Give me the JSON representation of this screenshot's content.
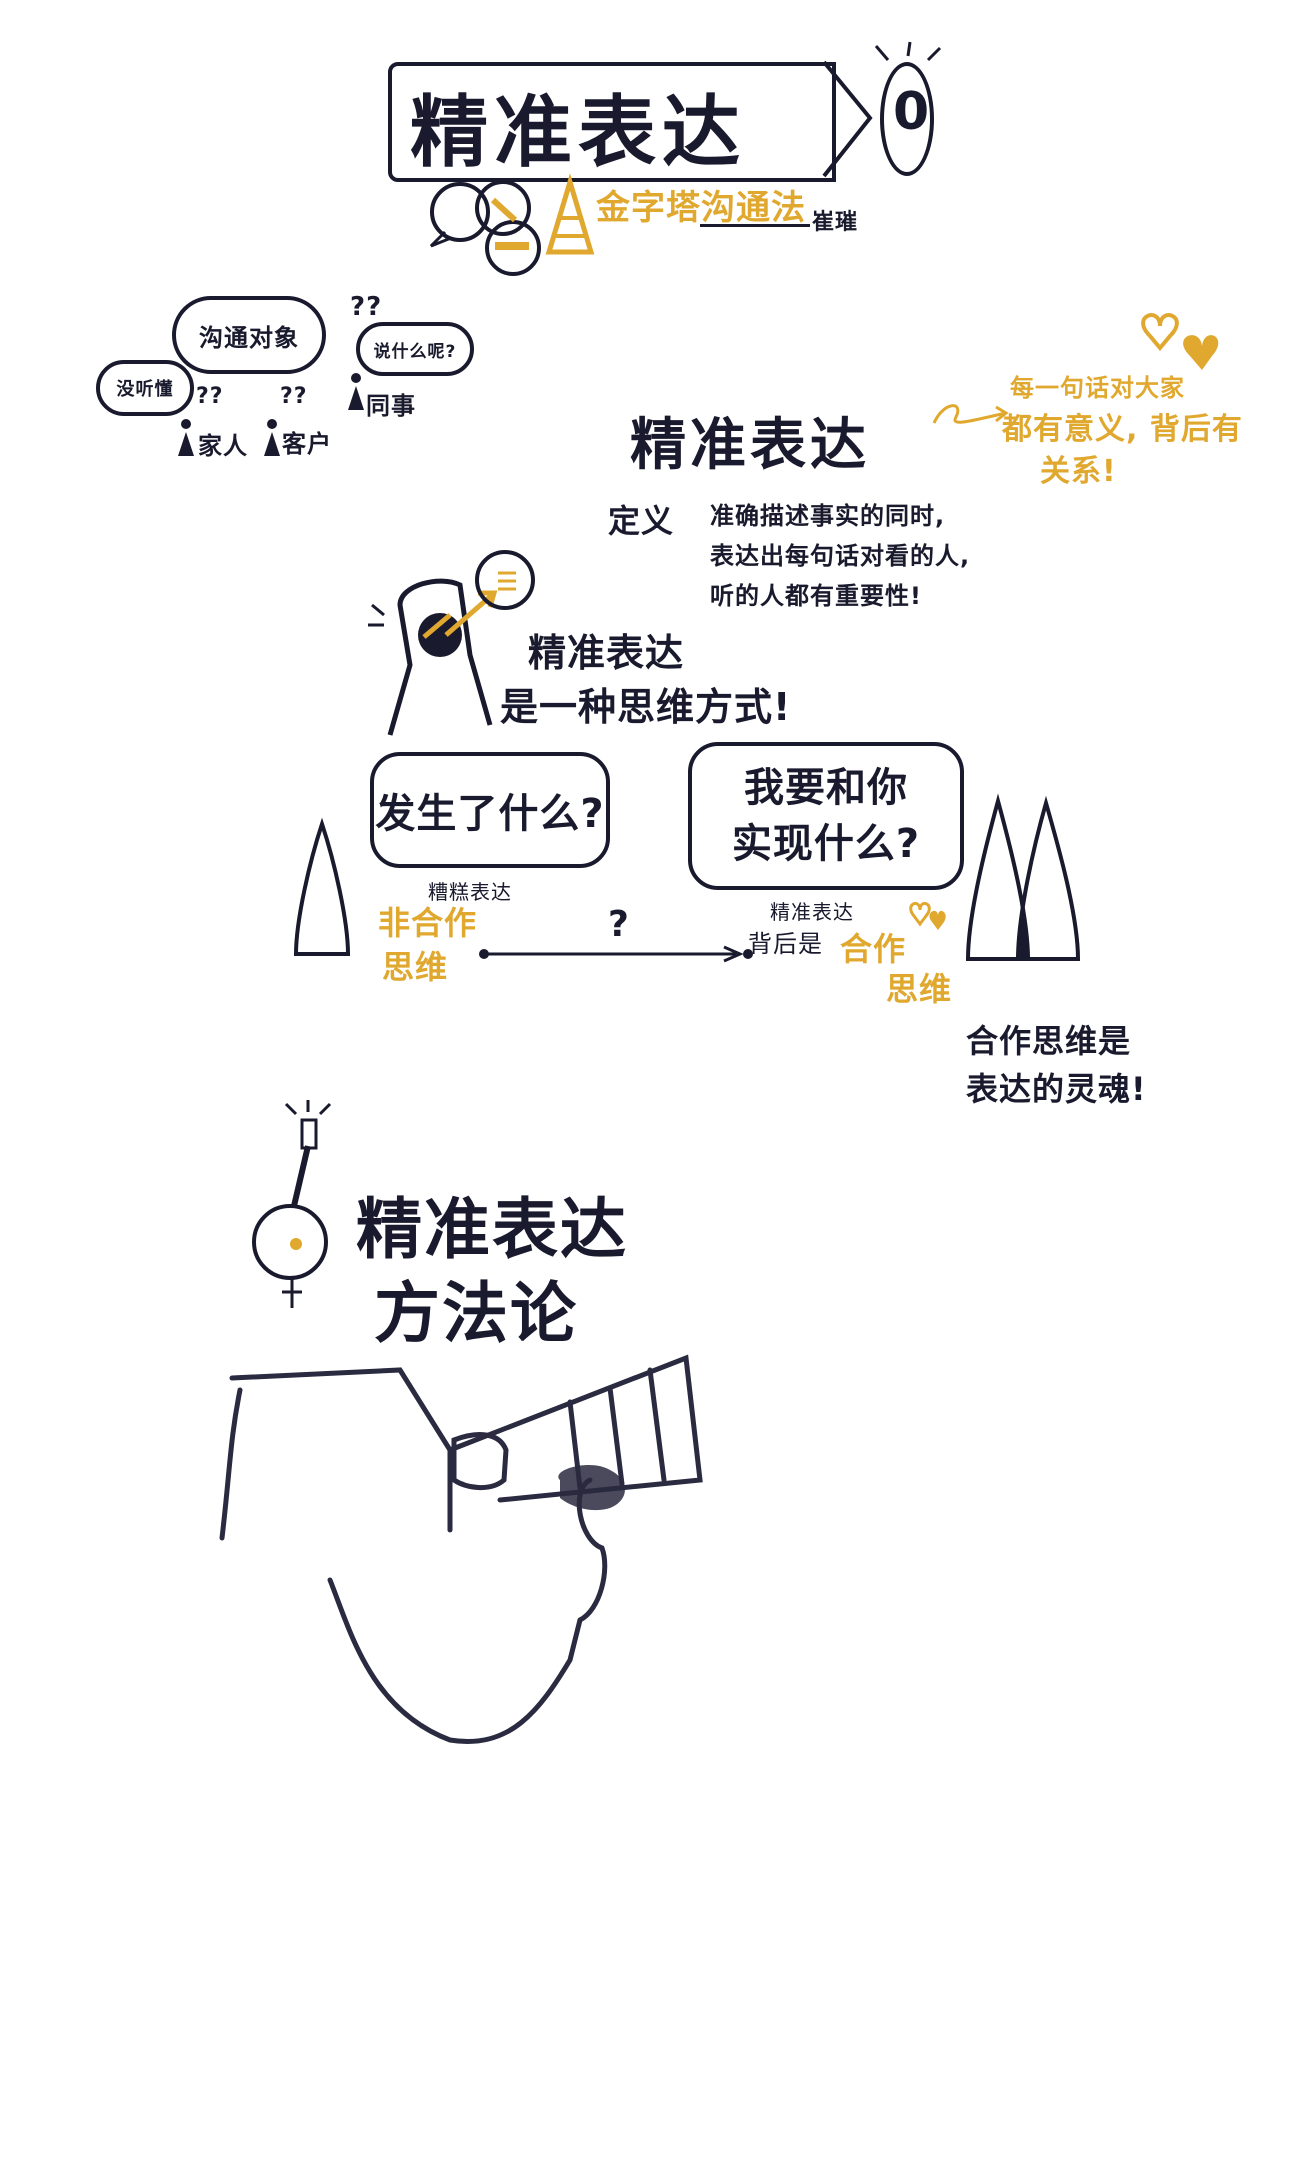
{
  "header": {
    "title": "精准表达",
    "number": "0",
    "subtitle": "金字塔沟通法",
    "author": "崔璀"
  },
  "audience": {
    "bubble_main": "沟通对象",
    "bubble_left": "没听懂",
    "bubble_right": "说什么呢?",
    "q_marks": "??",
    "people": [
      "家人",
      "客户",
      "同事"
    ]
  },
  "definition": {
    "heading": "精准表达",
    "label": "定义",
    "lines": [
      "准确描述事实的同时,",
      "表达出每句话对看的人,",
      "听的人都有重要性!"
    ],
    "note_lines": [
      "每一句话对大家",
      "都有意义, 背后有",
      "关系!"
    ]
  },
  "thinking": {
    "line1": "精准表达",
    "line2": "是一种思维方式!"
  },
  "compare": {
    "left_bubble": "发生了什么?",
    "left_tag": "糟糕表达",
    "left_label_1": "非合作",
    "left_label_2": "思维",
    "question": "?",
    "right_bubble_1": "我要和你",
    "right_bubble_2": "实现什么?",
    "right_tag_1": "精准表达",
    "right_tag_2": "背后是",
    "right_label_1": "合作",
    "right_label_2": "思维",
    "conclusion_1": "合作思维是",
    "conclusion_2": "表达的灵魂!"
  },
  "methods": {
    "line1": "精准表达",
    "line2": "方法论"
  }
}
